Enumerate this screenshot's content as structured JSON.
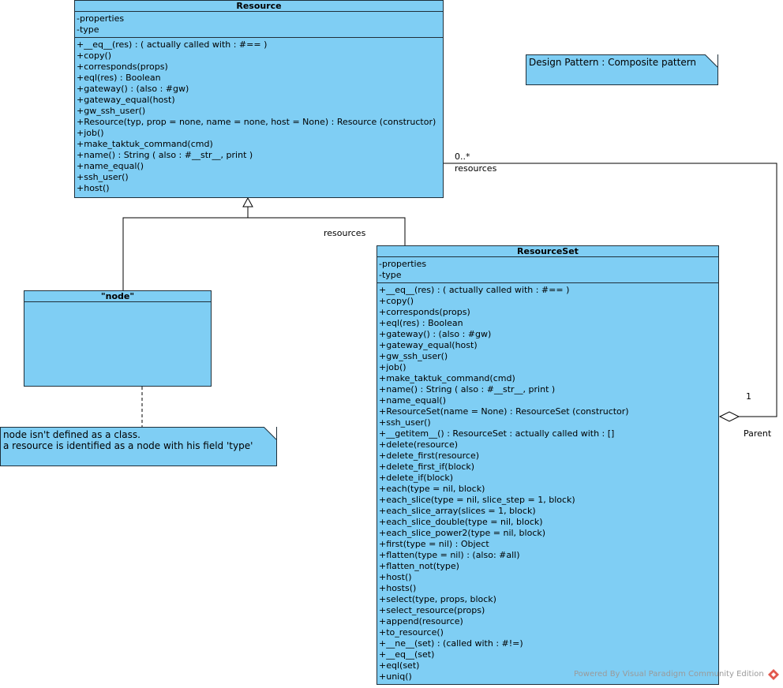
{
  "resource": {
    "title": "Resource",
    "attributes": [
      "-properties",
      "-type"
    ],
    "operations": [
      "+__eq__(res) : ( actually called with : #== )",
      "+copy()",
      "+corresponds(props)",
      "+eql(res) : Boolean",
      "+gateway() : (also : #gw)",
      "+gateway_equal(host)",
      "+gw_ssh_user()",
      "+Resource(typ, prop = none, name = none, host = None) : Resource  (constructor)",
      "+job()",
      "+make_taktuk_command(cmd)",
      "+name() : String  ( also : #__str__, print )",
      "+name_equal()",
      "+ssh_user()",
      "+host()"
    ]
  },
  "node": {
    "title": "\"node\""
  },
  "resourceset": {
    "title": "ResourceSet",
    "attributes": [
      "-properties",
      "-type"
    ],
    "operations": [
      "+__eq__(res) : ( actually called with : #== )",
      "+copy()",
      "+corresponds(props)",
      "+eql(res) : Boolean",
      "+gateway() : (also : #gw)",
      "+gateway_equal(host)",
      "+gw_ssh_user()",
      "+job()",
      "+make_taktuk_command(cmd)",
      "+name() : String  ( also : #__str__, print )",
      "+name_equal()",
      "+ResourceSet(name = None) : ResourceSet  (constructor)",
      "+ssh_user()",
      "+__getitem__() : ResourceSet : actually called with  : []",
      "+delete(resource)",
      "+delete_first(resource)",
      "+delete_first_if(block)",
      "+delete_if(block)",
      "+each(type = nil, block)",
      "+each_slice(type = nil, slice_step = 1, block)",
      "+each_slice_array(slices = 1, block)",
      "+each_slice_double(type = nil, block)",
      "+each_slice_power2(type = nil, block)",
      "+first(type = nil) : Object",
      "+flatten(type = nil) : (also: #all)",
      "+flatten_not(type)",
      "+host()",
      "+hosts()",
      "+select(type, props, block)",
      "+select_resource(props)",
      "+append(resource)",
      "+to_resource()",
      "+__ne__(set) : (called with : #!=)",
      "+__eq__(set)",
      "+eql(set)",
      "+uniq()"
    ]
  },
  "notes": {
    "pattern": "Design Pattern : Composite pattern",
    "node_line1": "node isn't defined as a class.",
    "node_line2": "a resource is identified as a node with his field 'type'"
  },
  "association": {
    "multiplicity_many": "0..*",
    "role_resources": "resources",
    "multiplicity_one": "1",
    "role_parent": "Parent",
    "generalization_label": "resources"
  },
  "footer": "Powered By Visual Paradigm Community Edition",
  "colors": {
    "class_fill": "#7fcef4",
    "border": "#1f2f3a",
    "footer_logo": "#e2574c"
  }
}
